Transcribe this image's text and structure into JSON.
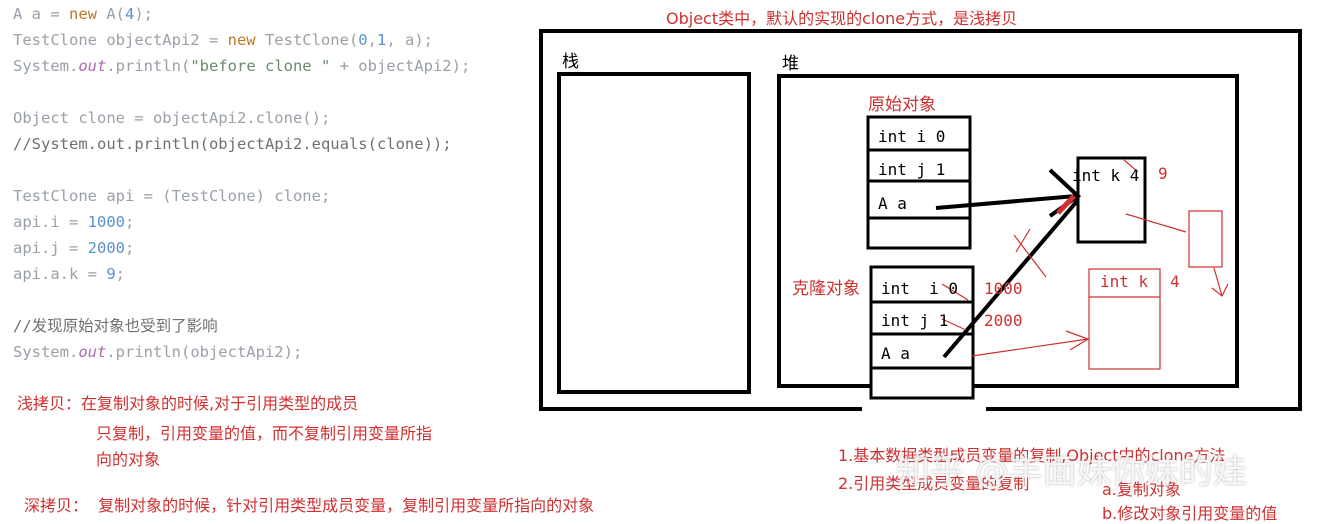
{
  "code": {
    "line1": [
      "A a = ",
      "new",
      " A(",
      "4",
      ");"
    ],
    "line2": [
      "TestClone objectApi2 = ",
      "new",
      " TestClone(",
      "0",
      ",",
      "1",
      ", a);"
    ],
    "line3": [
      "System.",
      "out",
      ".println(",
      "\"before clone \"",
      " + objectApi2);"
    ],
    "line4": "Object clone = objectApi2.clone();",
    "line5": "//System.out.println(objectApi2.equals(clone));",
    "line6": "TestClone api = (TestClone) clone;",
    "line7": [
      "api.i = ",
      "1000",
      ";"
    ],
    "line8": [
      "api.j = ",
      "2000",
      ";"
    ],
    "line9": [
      "api.a.k = ",
      "9",
      ";"
    ],
    "line10": "//发现原始对象也受到了影响",
    "line11": [
      "System.",
      "out",
      ".println(objectApi2);"
    ]
  },
  "notes": {
    "shallow_title": "浅拷贝：在复制对象的时候,对于引用类型的成员",
    "shallow_l2": "只复制，引用变量的值，而不复制引用变量所指",
    "shallow_l3": "向的对象",
    "deep": "深拷贝：  复制对象的时候，针对引用类型成员变量，复制引用变量所指向的对象"
  },
  "diagram": {
    "title": "Object类中，默认的实现的clone方式，是浅拷贝",
    "stack_label": "栈",
    "heap_label": "堆",
    "original_label": "原始对象",
    "clone_label": "克隆对象",
    "orig_fields": [
      "int i 0",
      "int j 1",
      "A a"
    ],
    "clone_fields": [
      "int  i 0",
      "int j 1",
      "A a"
    ],
    "k_box": "int k 4",
    "k_new": "9",
    "clone_i_new": "1000",
    "clone_j_new": "2000",
    "deep_k_box": "int k",
    "deep_k_val": "4"
  },
  "bottom_notes": {
    "n1": "1.基本数据类型成员变量的复制,Object中的clone方法",
    "n2": "2.引用类型成员变量的复制",
    "na": "a.复制对象",
    "nb": "b.修改对象引用变量的值"
  },
  "watermark": "知乎 @丰面妹你妹的娃"
}
